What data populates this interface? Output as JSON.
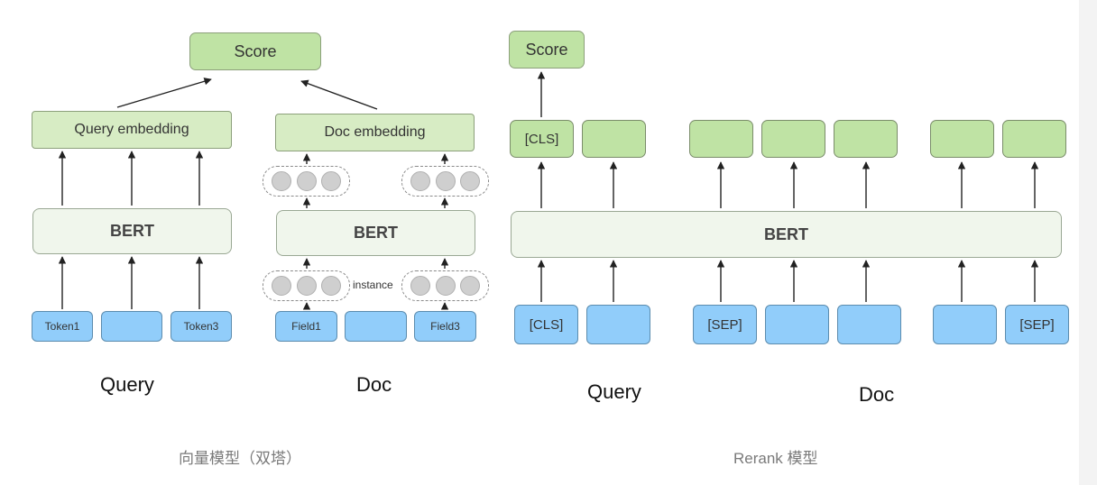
{
  "left": {
    "score": "Score",
    "query_embedding": "Query embedding",
    "doc_embedding": "Doc embedding",
    "query_bert": "BERT",
    "doc_bert": "BERT",
    "query_tokens": [
      "Token1",
      "",
      "Token3"
    ],
    "doc_fields": [
      "Field1",
      "",
      "Field3"
    ],
    "instance": "instance",
    "query_label": "Query",
    "doc_label": "Doc",
    "caption": "向量模型（双塔）"
  },
  "right": {
    "score": "Score",
    "top_tokens": [
      "[CLS]",
      "",
      "",
      "",
      "",
      "",
      ""
    ],
    "bert": "BERT",
    "bottom_tokens": [
      "[CLS]",
      "",
      "[SEP]",
      "",
      "",
      "",
      "[SEP]"
    ],
    "query_label": "Query",
    "doc_label": "Doc",
    "caption": "Rerank 模型"
  },
  "colors": {
    "green_box": "#bfe3a4",
    "light_green_box": "#d7ecc4",
    "bert_box": "#f0f6ec",
    "blue_box": "#91cdfa",
    "dots": "#cfcfcf"
  }
}
